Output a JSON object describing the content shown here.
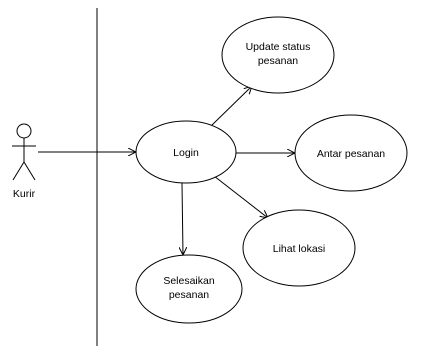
{
  "actor": {
    "label": "Kurir"
  },
  "use_cases": {
    "login": {
      "lines": [
        "Login"
      ]
    },
    "update_status": {
      "lines": [
        "Update status",
        "pesanan"
      ]
    },
    "antar_pesanan": {
      "lines": [
        "Antar pesanan"
      ]
    },
    "lihat_lokasi": {
      "lines": [
        "Lihat lokasi"
      ]
    },
    "selesaikan": {
      "lines": [
        "Selesaikan",
        "pesanan"
      ]
    }
  },
  "colors": {
    "stroke": "#000000",
    "fill": "#ffffff",
    "background": "#ffffff"
  }
}
